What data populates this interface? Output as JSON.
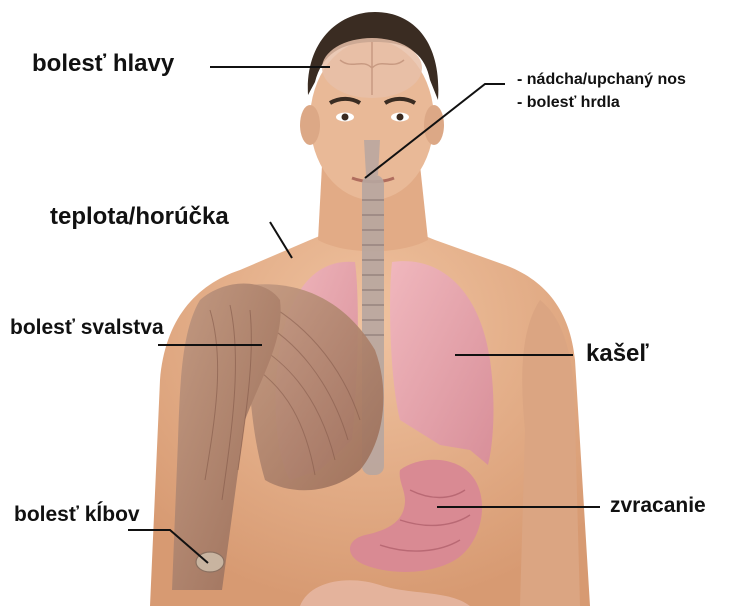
{
  "labels": {
    "headache": "bolesť hlavy",
    "runny_nose": "- nádcha/upchaný nos",
    "sore_throat": "- bolesť hrdla",
    "fever": "teplota/horúčka",
    "muscle_pain": "bolesť svalstva",
    "cough": "kašeľ",
    "joint_pain": "bolesť kĺbov",
    "vomiting": "zvracanie"
  },
  "colors": {
    "skin": "#e7b48f",
    "skin_shadow": "#c98d66",
    "hair": "#3a2c22",
    "lungs": "#e6a0a8",
    "muscle": "#b0826a",
    "stomach": "#d98a93",
    "trachea": "#b7a6a0",
    "leader_line": "#111111"
  }
}
